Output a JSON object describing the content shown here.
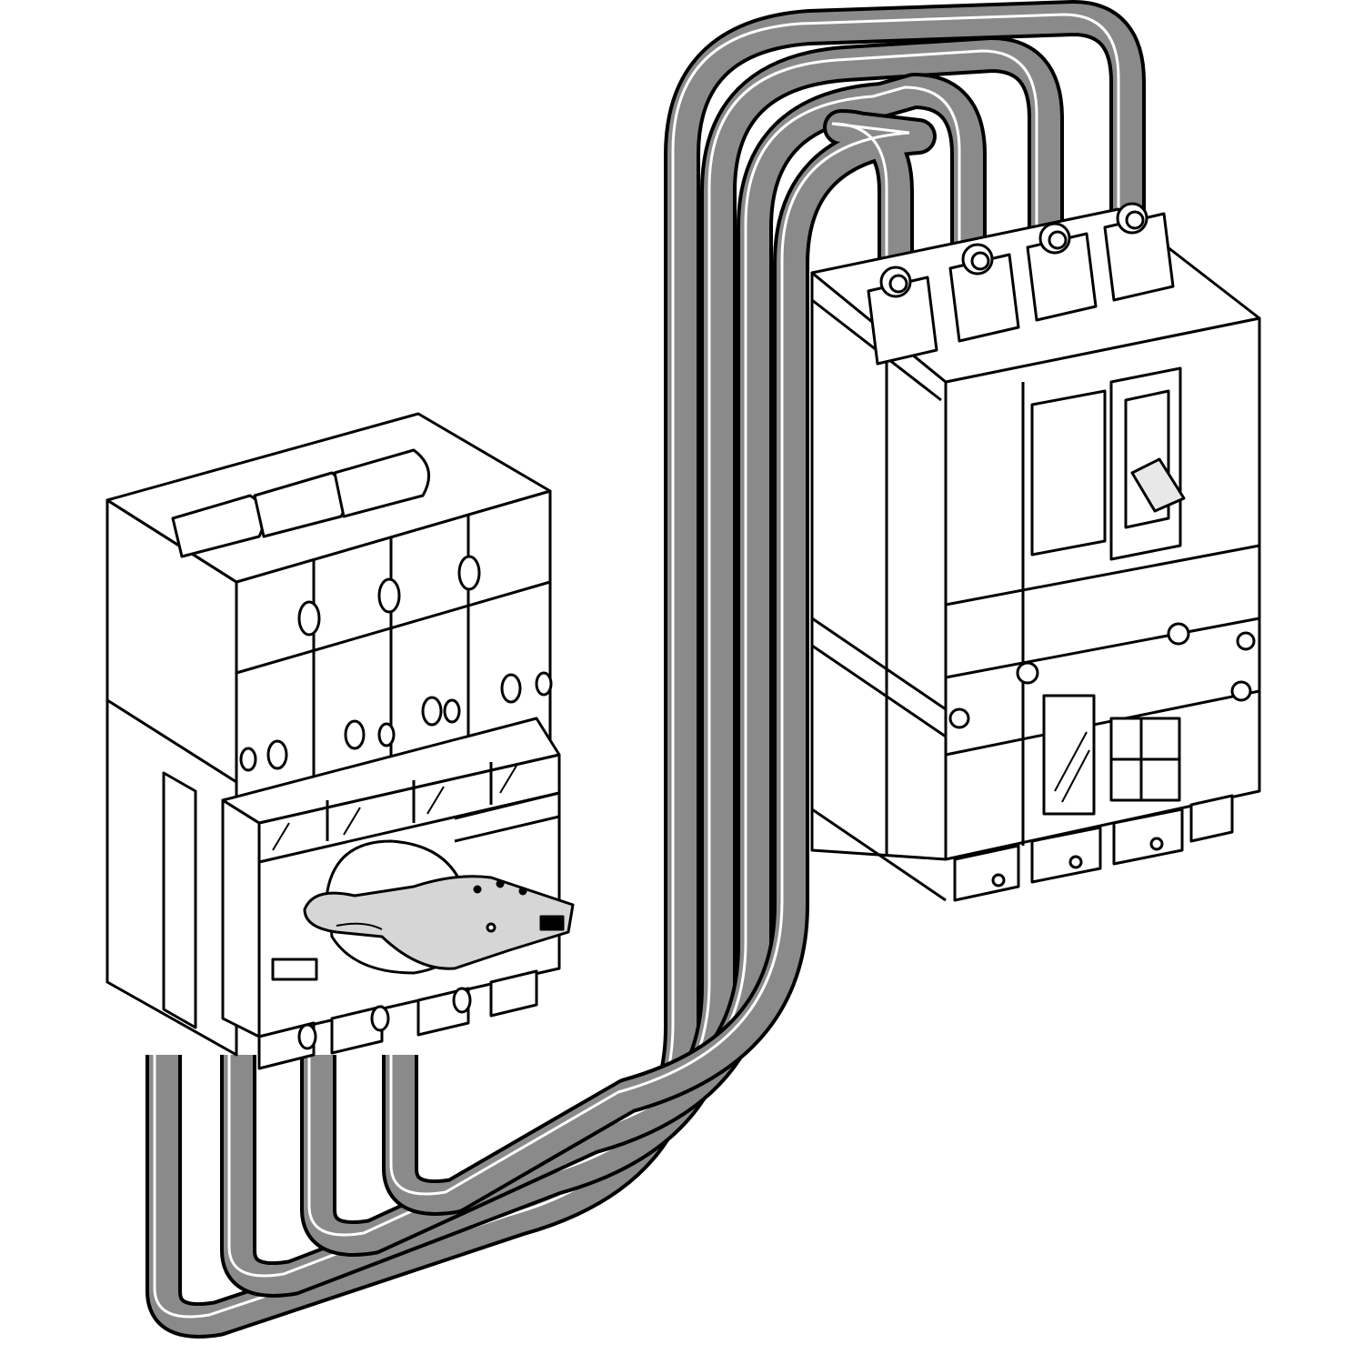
{
  "colors": {
    "background": "#ffffff",
    "line": "#000000",
    "busbar_fill": "#8a8a8a",
    "body_fill": "#ffffff",
    "handle_fill": "#cfcfcf"
  },
  "components": {
    "switch": {
      "poles": 4,
      "icon": "rotary-handle-switch-icon"
    },
    "breaker": {
      "poles": 4,
      "icon": "circuit-breaker-icon"
    },
    "busbars": {
      "count": 4,
      "icon": "busbar-link-icon"
    }
  }
}
